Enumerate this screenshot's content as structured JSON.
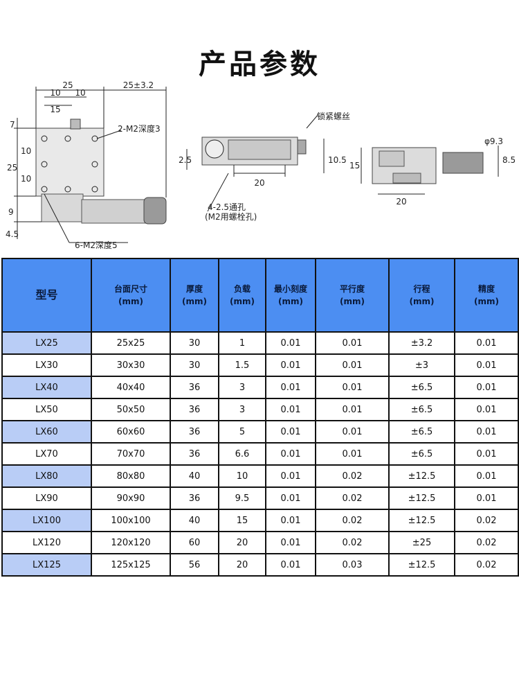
{
  "title": "产品参数",
  "drawing": {
    "dims": {
      "top_width": "25",
      "travel": "25±3.2",
      "hole_spacing_a": "10",
      "hole_spacing_b": "10",
      "offset_15": "15",
      "left_7": "7",
      "left_25": "25",
      "left_10a": "10",
      "left_10b": "10",
      "left_9": "9",
      "left_4_5": "4.5",
      "side_2_5": "2.5",
      "side_20": "20",
      "side_10_5": "10.5",
      "right_15": "15",
      "right_20": "20",
      "right_phi": "φ9.3",
      "right_8_5": "8.5"
    },
    "labels": {
      "m2_depth3": "2-M2深度3",
      "m2_depth5": "6-M2深度5",
      "lock_screw": "锁紧螺丝",
      "through_hole": "4-2.5通孔",
      "bolt_hole": "(M2用螺栓孔)"
    }
  },
  "table": {
    "headers": [
      {
        "line1": "型号",
        "line2": ""
      },
      {
        "line1": "台面尺寸",
        "line2": "(mm)"
      },
      {
        "line1": "厚度",
        "line2": "(mm)"
      },
      {
        "line1": "负载",
        "line2": "(mm)"
      },
      {
        "line1": "最小刻度",
        "line2": "(mm)"
      },
      {
        "line1": "平行度",
        "line2": "(mm)"
      },
      {
        "line1": "行程",
        "line2": "(mm)"
      },
      {
        "line1": "精度",
        "line2": "(mm)"
      }
    ],
    "rows": [
      [
        "LX25",
        "25x25",
        "30",
        "1",
        "0.01",
        "0.01",
        "±3.2",
        "0.01"
      ],
      [
        "LX30",
        "30x30",
        "30",
        "1.5",
        "0.01",
        "0.01",
        "±3",
        "0.01"
      ],
      [
        "LX40",
        "40x40",
        "36",
        "3",
        "0.01",
        "0.01",
        "±6.5",
        "0.01"
      ],
      [
        "LX50",
        "50x50",
        "36",
        "3",
        "0.01",
        "0.01",
        "±6.5",
        "0.01"
      ],
      [
        "LX60",
        "60x60",
        "36",
        "5",
        "0.01",
        "0.01",
        "±6.5",
        "0.01"
      ],
      [
        "LX70",
        "70x70",
        "36",
        "6.6",
        "0.01",
        "0.01",
        "±6.5",
        "0.01"
      ],
      [
        "LX80",
        "80x80",
        "40",
        "10",
        "0.01",
        "0.02",
        "±12.5",
        "0.01"
      ],
      [
        "LX90",
        "90x90",
        "36",
        "9.5",
        "0.01",
        "0.02",
        "±12.5",
        "0.01"
      ],
      [
        "LX100",
        "100x100",
        "40",
        "15",
        "0.01",
        "0.02",
        "±12.5",
        "0.02"
      ],
      [
        "LX120",
        "120x120",
        "60",
        "20",
        "0.01",
        "0.02",
        "±25",
        "0.02"
      ],
      [
        "LX125",
        "125x125",
        "56",
        "20",
        "0.01",
        "0.03",
        "±12.5",
        "0.02"
      ]
    ]
  },
  "colors": {
    "header_bg": "#4c8ef2",
    "model_shade": "#b9cdf6"
  }
}
